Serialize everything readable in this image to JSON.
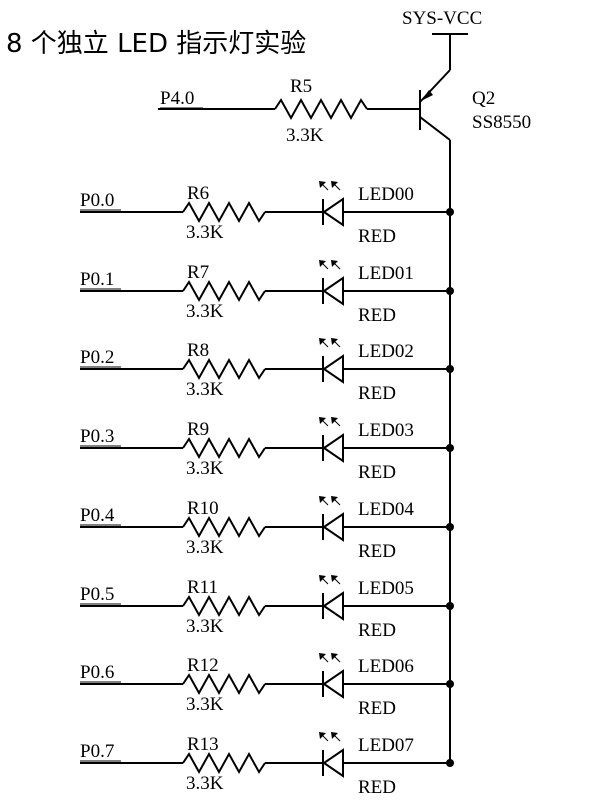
{
  "title": "8 个独立 LED 指示灯实验",
  "supply": "SYS-VCC",
  "transistor": {
    "ref": "Q2",
    "part": "SS8550",
    "base_net": "P4.0",
    "base_resistor": {
      "ref": "R5",
      "value": "3.3K"
    }
  },
  "channels": [
    {
      "net": "P0.0",
      "resistor": "R6",
      "value": "3.3K",
      "led": "LED00",
      "color": "RED"
    },
    {
      "net": "P0.1",
      "resistor": "R7",
      "value": "3.3K",
      "led": "LED01",
      "color": "RED"
    },
    {
      "net": "P0.2",
      "resistor": "R8",
      "value": "3.3K",
      "led": "LED02",
      "color": "RED"
    },
    {
      "net": "P0.3",
      "resistor": "R9",
      "value": "3.3K",
      "led": "LED03",
      "color": "RED"
    },
    {
      "net": "P0.4",
      "resistor": "R10",
      "value": "3.3K",
      "led": "LED04",
      "color": "RED"
    },
    {
      "net": "P0.5",
      "resistor": "R11",
      "value": "3.3K",
      "led": "LED05",
      "color": "RED"
    },
    {
      "net": "P0.6",
      "resistor": "R12",
      "value": "3.3K",
      "led": "LED06",
      "color": "RED"
    },
    {
      "net": "P0.7",
      "resistor": "R13",
      "value": "3.3K",
      "led": "LED07",
      "color": "RED"
    }
  ]
}
